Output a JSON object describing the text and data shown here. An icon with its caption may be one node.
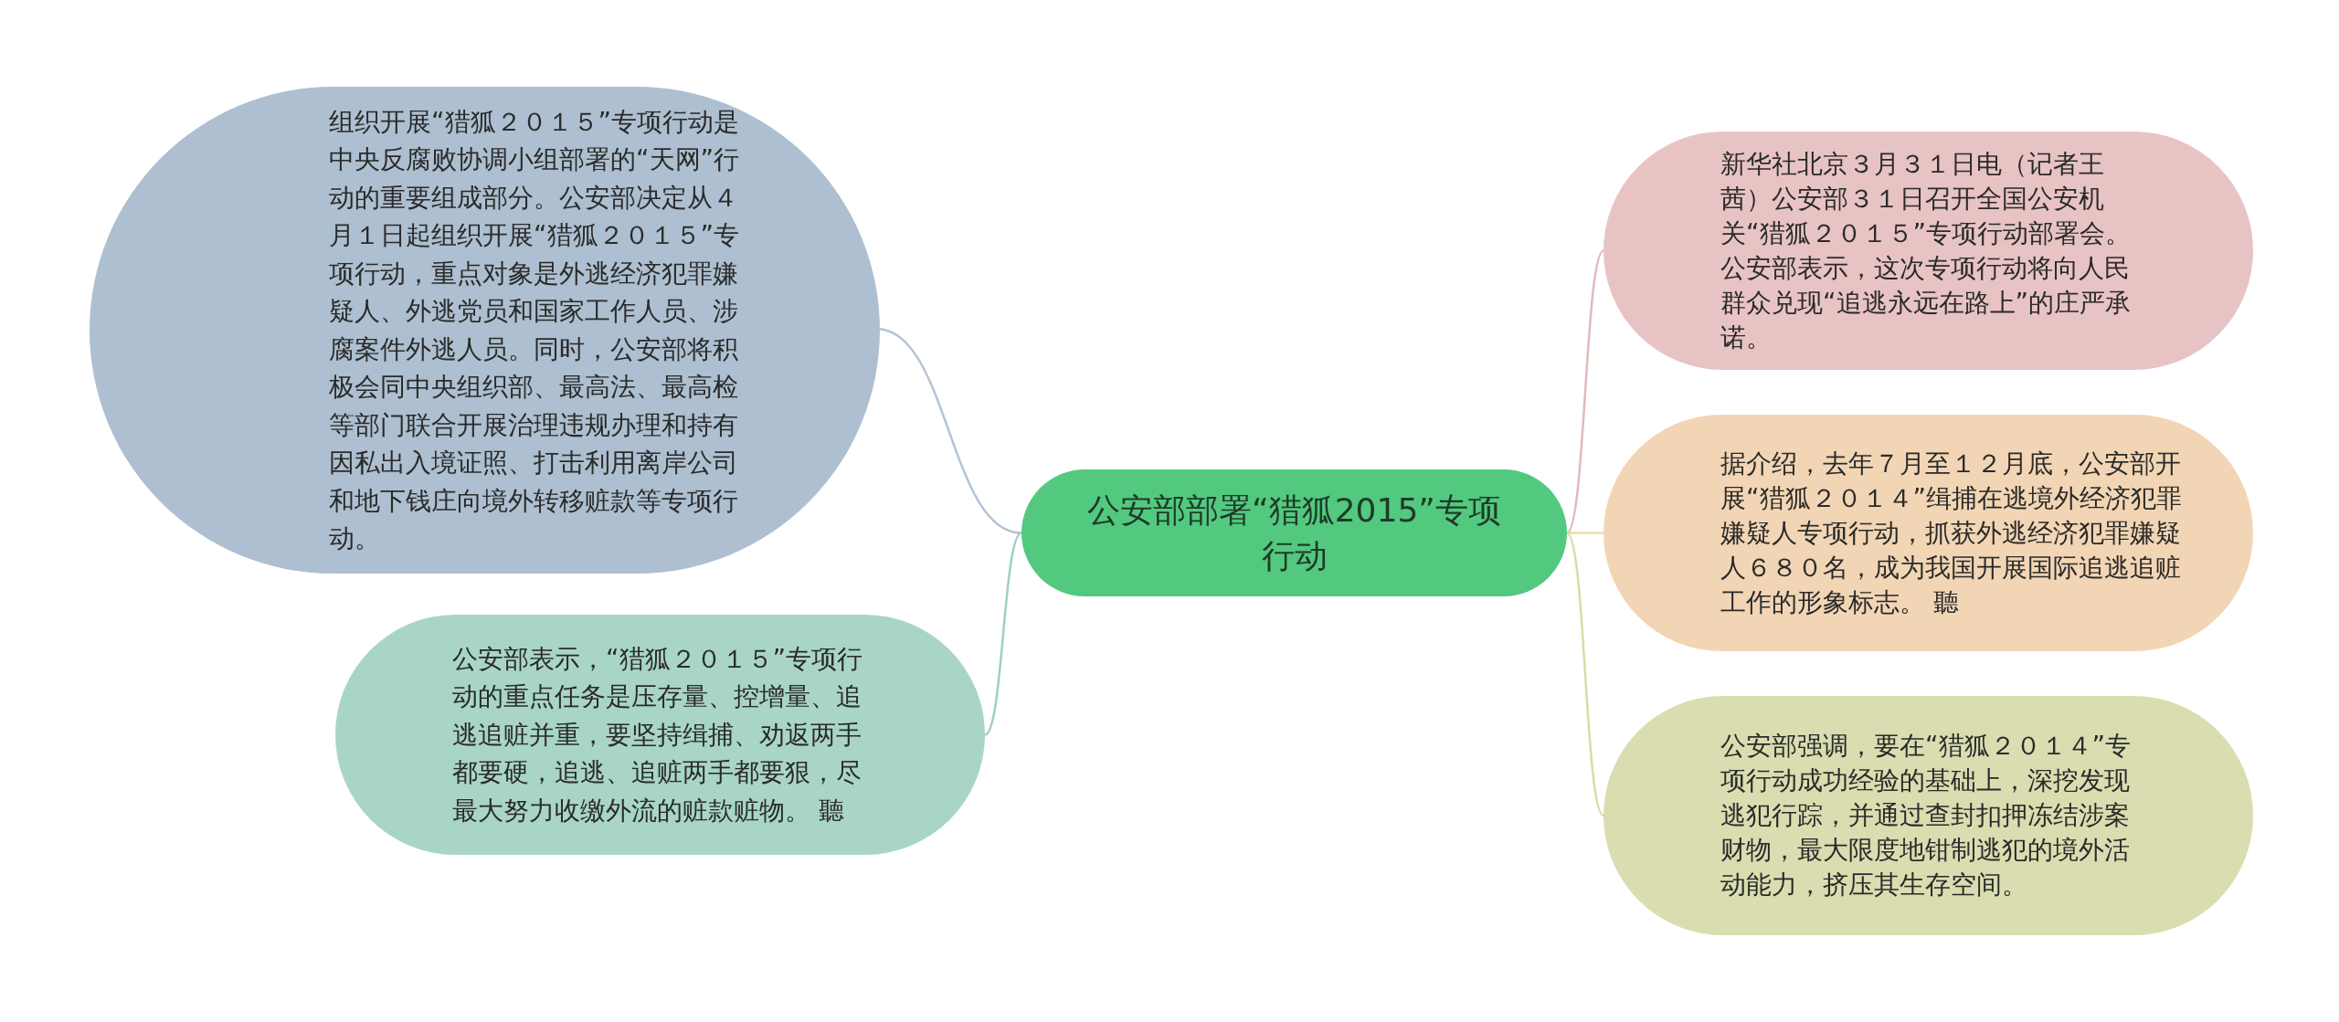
{
  "diagram": {
    "nodes": [
      {
        "text": [
          "公安部部署“猎狐2015”专项行动"
        ]
      },
      {
        "text": [
          "组织开展“猎狐２０１５”专项行动是中央反腐败协调小组部署的“天网”行动的重要组成部分。公安部决定从４月１日起组织开展“猎狐２０１５”专项行动，重点对象是外逃经济犯罪嫌疑人、外逃党员和国家工作人员、涉腐案件外逃人员。同时，公安部将积极会同中央组织部、最高法、最高检等部门联合开展治理违规办理和持有因私出入境证照、打击利用离岸公司和地下钱庄向境外转移赃款等专项行动。"
        ]
      },
      {
        "text": [
          "公安部表示，“猎狐２０１５”专项行动的重点任务是压存量、控增量、追逃追赃并重，要坚持缉捕、劝返两手都要硬，追逃、追赃两手都要狠，尽最大努力收缴外流的赃款赃物。 聽"
        ]
      },
      {
        "text": [
          "新华社北京３月３１日电（记者王茜）公安部３１日召开全国公安机关“猎狐２０１５”专项行动部署会。公安部表示，这次专项行动将向人民群众兑现“追逃永远在路上”的庄严承诺。"
        ]
      },
      {
        "text": [
          "据介绍，去年７月至１２月底，公安部开展“猎狐２０１４”缉捕在逃境外经济犯罪嫌疑人专项行动，抓获外逃经济犯罪嫌疑人６８０名，成为我国开展国际追逃追赃工作的形象标志。 聽"
        ]
      },
      {
        "text": [
          "公安部强调，要在“猎狐２０１４”专项行动成功经验的基础上，深挖发现逃犯行踪，并通过查封扣押冻结涉案财物，最大限度地钳制逃犯的境外活动能力，挤压其生存空间。"
        ]
      }
    ],
    "edges": [
      {
        "from": 0,
        "to": 1,
        "arrow": "none",
        "color": "#b4c4d6"
      },
      {
        "from": 0,
        "to": 2,
        "arrow": "none",
        "color": "#9fd0c2"
      },
      {
        "from": 0,
        "to": 3,
        "arrow": "none",
        "color": "#e4b9b9"
      },
      {
        "from": 0,
        "to": 4,
        "arrow": "none",
        "color": "#e6dcae"
      },
      {
        "from": 0,
        "to": 5,
        "arrow": "none",
        "color": "#d8dca8"
      }
    ]
  }
}
